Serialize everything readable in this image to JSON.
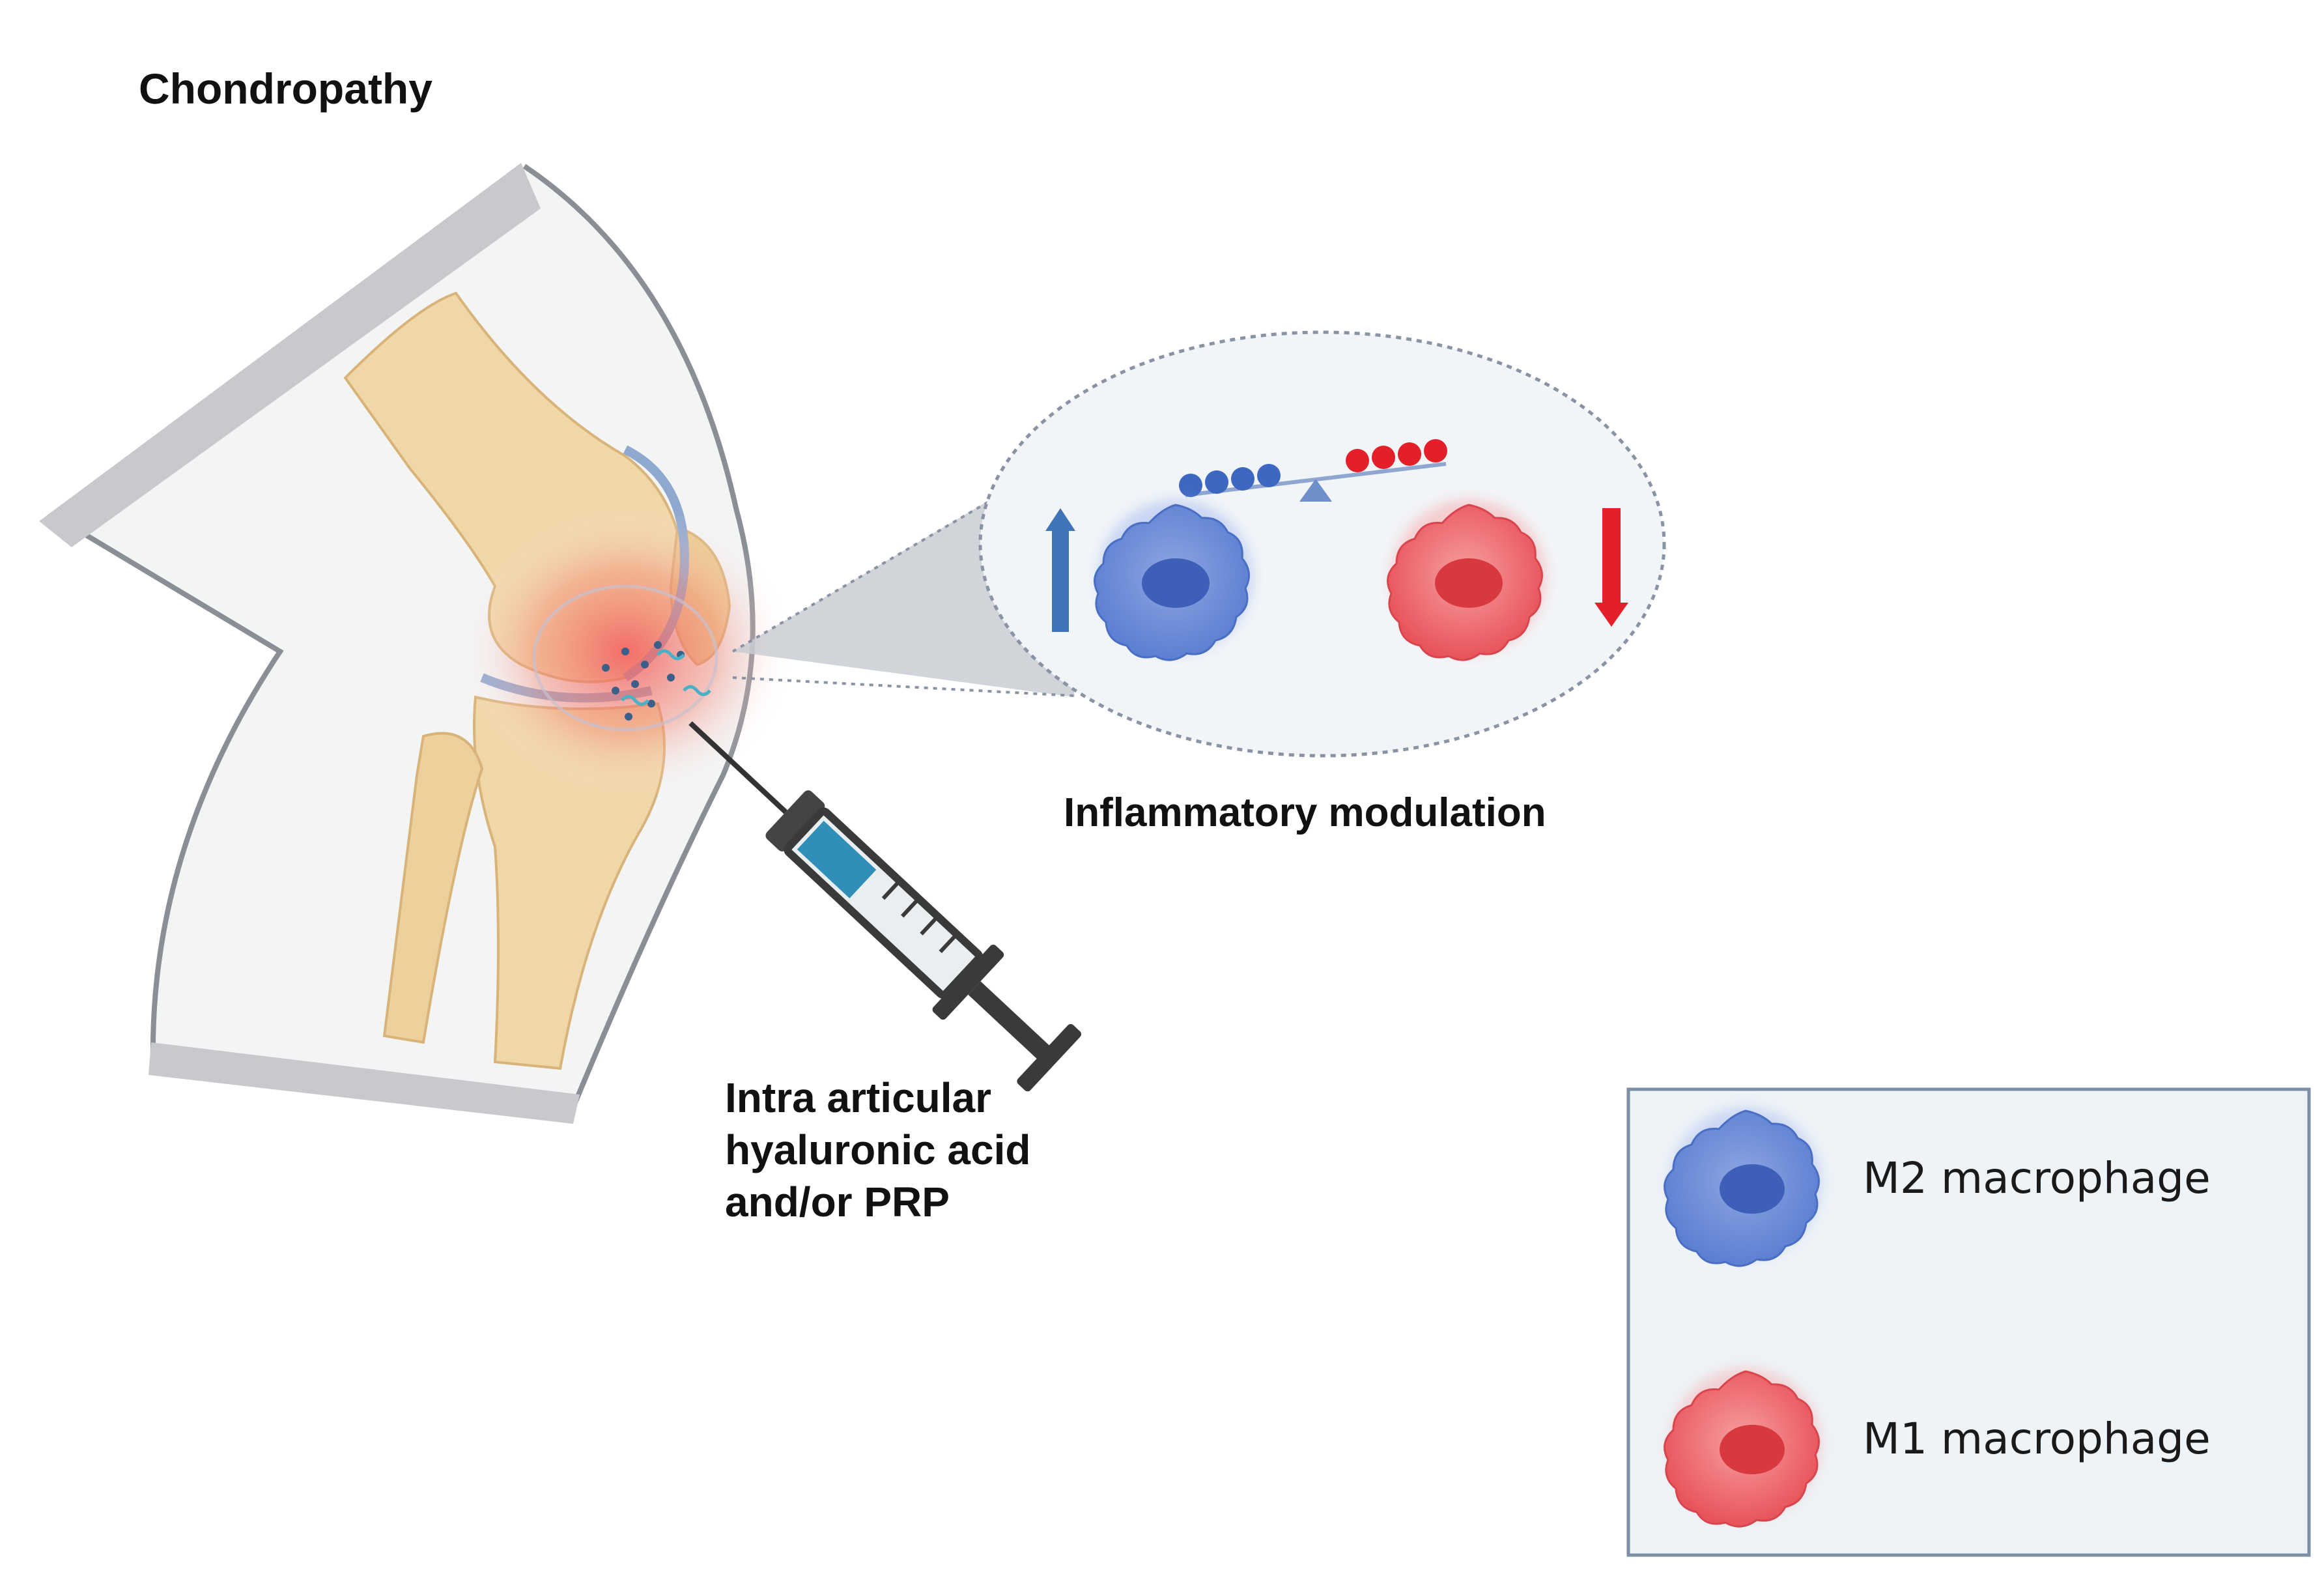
{
  "title": "Chondropathy",
  "modulation_label": "Inflammatory modulation",
  "injection_label": [
    "Intra articular",
    "hyaluronic acid",
    "and/or PRP"
  ],
  "legend": {
    "items": [
      {
        "label": "M2 macrophage",
        "color": "#5b7fd1"
      },
      {
        "label": "M1 macrophage",
        "color": "#e8525a"
      }
    ]
  },
  "zoom": {
    "m2_arrow": "up",
    "m1_arrow": "down",
    "m2_arrow_color": "#3f74b8",
    "m1_arrow_color": "#e3202a"
  },
  "colors": {
    "skin": "#f3f4f4",
    "bone": "#f0d7a7",
    "inflammation": "#f26b6b",
    "legend_bg": "#eef3f7",
    "legend_border": "#7d8fa5"
  }
}
